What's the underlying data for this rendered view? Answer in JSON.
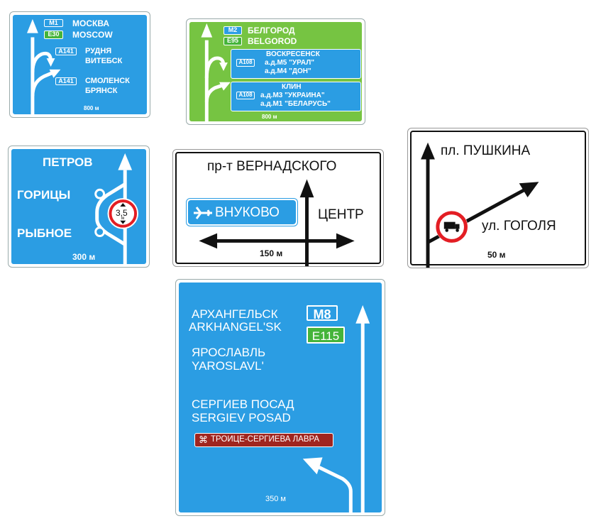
{
  "colors": {
    "blue": "#2b9de3",
    "green": "#76c442",
    "white": "#ffffff",
    "black": "#111111",
    "red": "#e31e24",
    "brown": "#a0251f",
    "route_green": "#45b43a"
  },
  "sign1": {
    "routes": [
      {
        "badges": [
          "M1"
        ],
        "lines": [
          "МОСКВА"
        ]
      },
      {
        "badges": [
          "E30"
        ],
        "lines": [
          "MOSCOW"
        ]
      },
      {
        "badges": [
          "A141"
        ],
        "lines": [
          "РУДНЯ",
          "ВИТЕБСК"
        ]
      },
      {
        "badges": [
          "A141"
        ],
        "lines": [
          "СМОЛЕНСК",
          "БРЯНСК"
        ]
      }
    ],
    "distance": "800 м"
  },
  "sign2": {
    "badge_m2": "M2",
    "badge_e95": "E95",
    "line1": "БЕЛГОРОД",
    "line2": "BELGOROD",
    "panel1": {
      "badge": "A108",
      "lines": [
        "ВОСКРЕСЕНСК",
        "а.д.М5 \"УРАЛ\"",
        "а.д.М4 \"ДОН\""
      ]
    },
    "panel2": {
      "badge": "A108",
      "lines": [
        "КЛИН",
        "а.д.М3 \"УКРАИНА\"",
        "а.д.М1 \"БЕЛАРУСЬ\""
      ]
    },
    "distance": "800 м"
  },
  "sign3": {
    "top": "ПЕТРОВ",
    "left1": "ГОРИЦЫ",
    "left2": "РЫБНОЕ",
    "limit_value": "3,5",
    "limit_unit": "м",
    "distance": "300 м",
    "icons": [
      "height-limit-icon"
    ]
  },
  "sign4": {
    "top": "пр-т ВЕРНАДСКОГО",
    "airport": "ВНУКОВО",
    "right": "ЦЕНТР",
    "distance": "150 м",
    "icons": [
      "airplane-icon"
    ]
  },
  "sign5": {
    "top": "пл. ПУШКИНА",
    "right": "ул. ГОГОЛЯ",
    "distance": "50 м",
    "icons": [
      "no-trucks-icon"
    ]
  },
  "sign6": {
    "line1": "АРХАНГЕЛЬСК",
    "line2": "ARKHANGEL'SK",
    "badge_m8": "M8",
    "badge_e115": "E115",
    "line3": "ЯРОСЛАВЛЬ",
    "line4": "YAROSLAVL'",
    "line5": "СЕРГИЕВ ПОСАД",
    "line6": "SERGIEV POSAD",
    "landmark": "ТРОИЦЕ-СЕРГИЕВА ЛАВРА",
    "distance": "350 м",
    "icons": [
      "landmark-icon"
    ]
  }
}
